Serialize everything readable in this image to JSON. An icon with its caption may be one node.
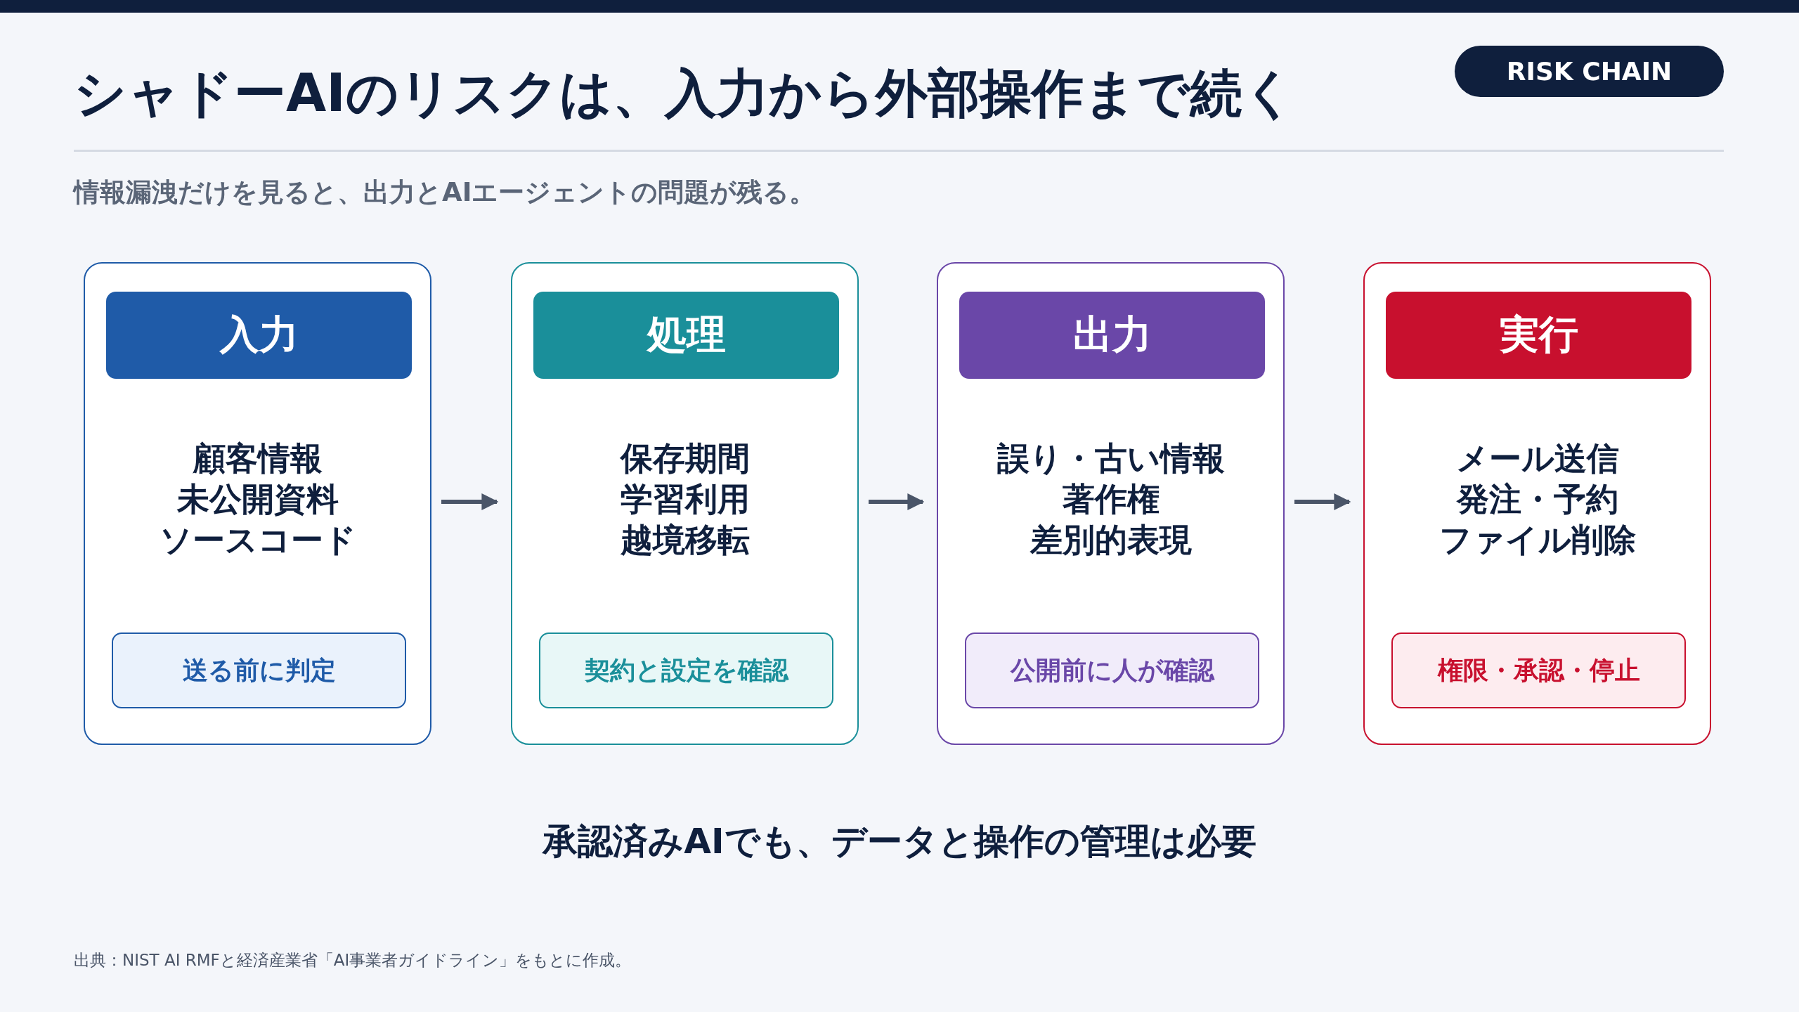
{
  "diagram": {
    "title": "シャドーAIのリスクは、入力から外部操作まで続く",
    "nodes": [
      {
        "text": [],
        "shape": "bar"
      },
      {
        "text": [
          "RISK CHAIN"
        ]
      },
      {
        "text": [
          "顧客情報",
          "未公開資料",
          "ソースコード"
        ]
      },
      {
        "text": [
          "入力"
        ],
        "in": 2
      },
      {
        "text": [
          "送る前に判定"
        ],
        "in": 2
      },
      {
        "text": [
          "保存期間",
          "学習利用",
          "越境移転"
        ]
      },
      {
        "text": [
          "処理"
        ],
        "in": 5
      },
      {
        "text": [
          "契約と設定を確認"
        ],
        "in": 5
      },
      {
        "text": [
          "誤り・古い情報",
          "著作権",
          "差別的表現"
        ]
      },
      {
        "text": [
          "出力"
        ],
        "in": 8
      },
      {
        "text": [
          "公開前に人が確認"
        ],
        "in": 8
      },
      {
        "text": [
          "メール送信",
          "発注・予約",
          "ファイル削除"
        ]
      },
      {
        "text": [
          "実行"
        ],
        "in": 11
      },
      {
        "text": [
          "権限・承認・停止"
        ],
        "in": 11
      }
    ],
    "edges": [
      {
        "from": 2,
        "to": 5,
        "arrow": "to"
      },
      {
        "from": 5,
        "to": 8,
        "arrow": "to"
      },
      {
        "from": 8,
        "to": 11,
        "arrow": "to"
      }
    ],
    "labels": [
      "情報漏洩だけを見ると、出力とAIエージェントの問題が残る。",
      "承認済みAIでも、データと操作の管理は必要",
      "出典：NIST AI RMFと経済産業省「AI事業者ガイドライン」をもとに作成。"
    ]
  }
}
